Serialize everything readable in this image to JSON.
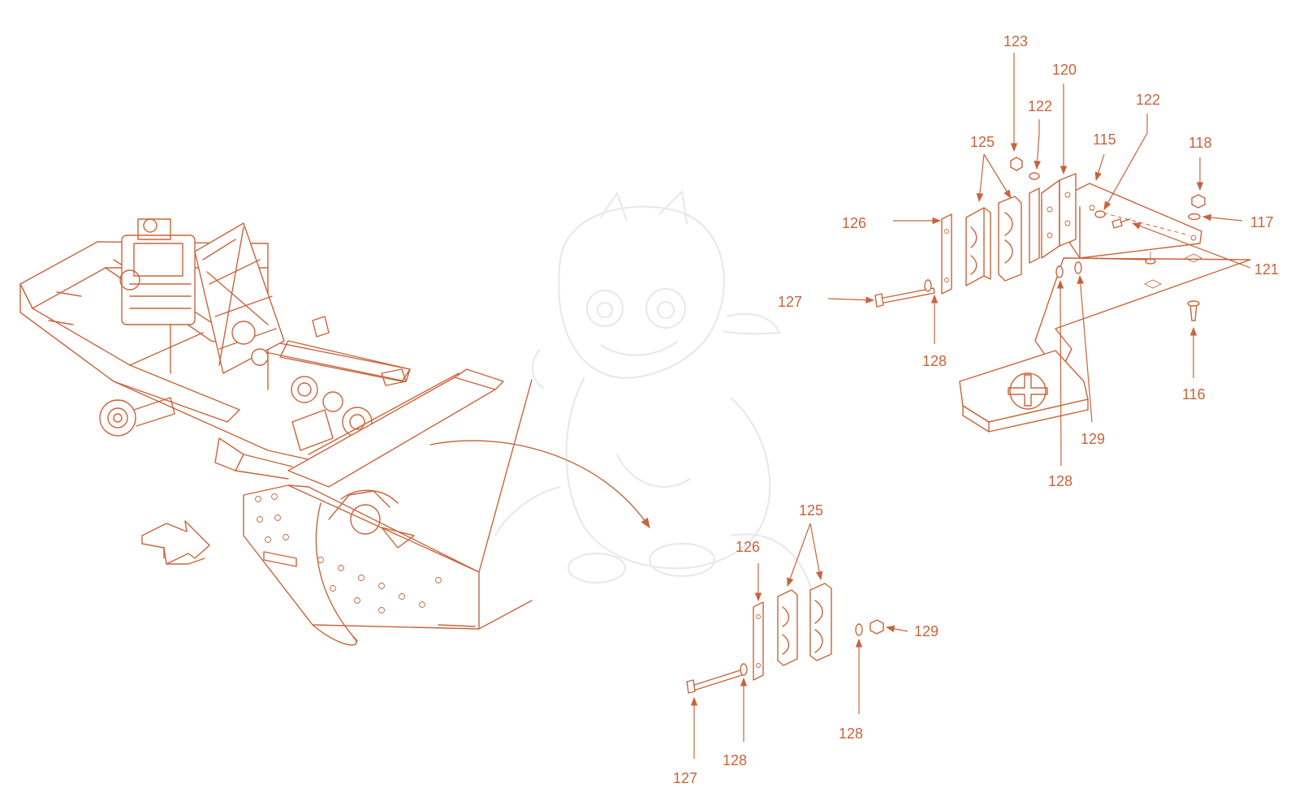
{
  "figure": {
    "line_color": "#c8643c",
    "watermark_color": "#e7e7e7",
    "direction_icon": "forward-arrow-icon"
  },
  "callouts": {
    "c123": "123",
    "c122a": "122",
    "c120": "120",
    "c122b": "122",
    "c125a": "125",
    "c115": "115",
    "c118": "118",
    "c117": "117",
    "c126a": "126",
    "c121": "121",
    "c127a": "127",
    "c128a": "128",
    "c116": "116",
    "c129a": "129",
    "c128b": "128",
    "c125b": "125",
    "c126b": "126",
    "c129b": "129",
    "c128c": "128",
    "c128d": "128",
    "c127b": "127"
  }
}
